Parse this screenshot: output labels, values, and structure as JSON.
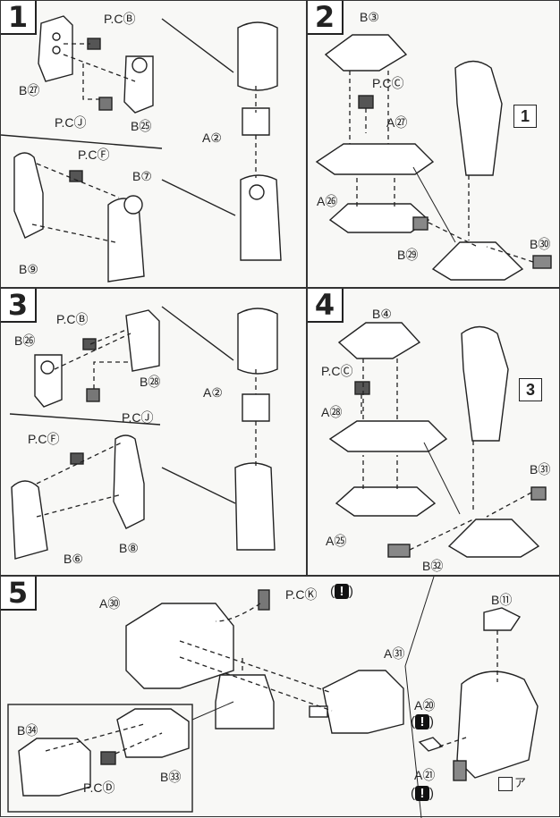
{
  "steps": [
    {
      "number": "1",
      "labels": [
        "P.CⒷ",
        "B㉗",
        "P.CⒿ",
        "B㉕",
        "A②",
        "P.CⒻ",
        "B⑦",
        "B⑨"
      ]
    },
    {
      "number": "2",
      "labels": [
        "B③",
        "P.CⒸ",
        "A㉗",
        "A㉖",
        "B㉙",
        "B㉚"
      ],
      "callout": "1"
    },
    {
      "number": "3",
      "labels": [
        "P.CⒷ",
        "B㉖",
        "B㉘",
        "P.CⒿ",
        "A②",
        "P.CⒻ",
        "B⑥",
        "B⑧"
      ]
    },
    {
      "number": "4",
      "labels": [
        "B④",
        "P.CⒸ",
        "A㉘",
        "A㉕",
        "B㉜",
        "B㉛"
      ],
      "callout": "3"
    },
    {
      "number": "5",
      "labels": [
        "A㉚",
        "P.CⓀ",
        "A㉛",
        "B㉞",
        "P.CⒹ",
        "B㉝",
        "B⑪",
        "A⑳",
        "A㉑"
      ],
      "warn_mark": "!",
      "sticker": "ア"
    }
  ]
}
